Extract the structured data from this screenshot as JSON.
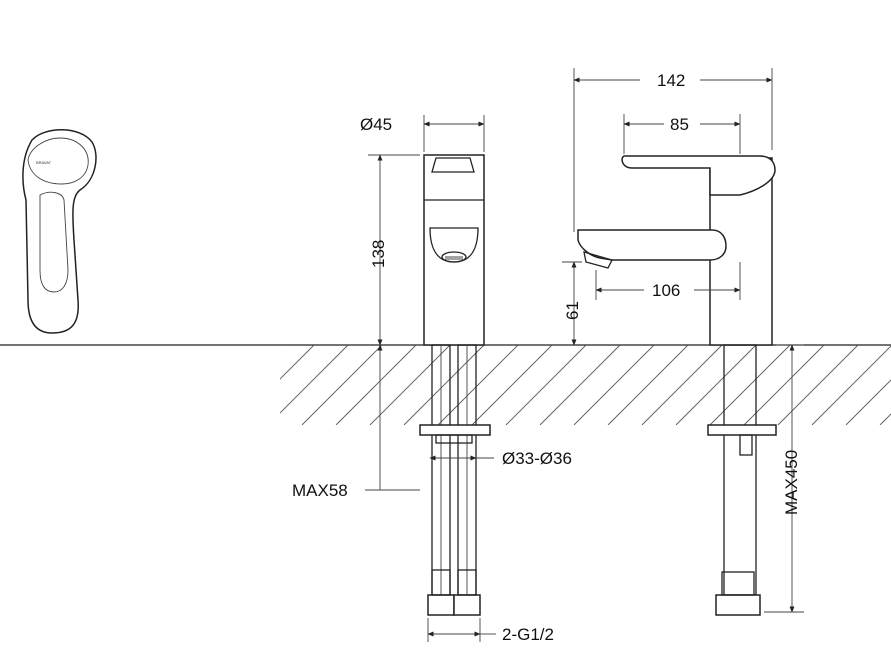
{
  "drawing": {
    "colors": {
      "line": "#222222",
      "hatch": "#555555",
      "background": "#ffffff"
    },
    "logo_text": "BRAVAT",
    "dimensions": {
      "d45": "Ø45",
      "h138": "138",
      "max58": "MAX58",
      "d33_36": "Ø33-Ø36",
      "g12": "2-G1/2",
      "w142": "142",
      "w85": "85",
      "w106": "106",
      "h61": "61",
      "max450": "MAX450"
    }
  }
}
